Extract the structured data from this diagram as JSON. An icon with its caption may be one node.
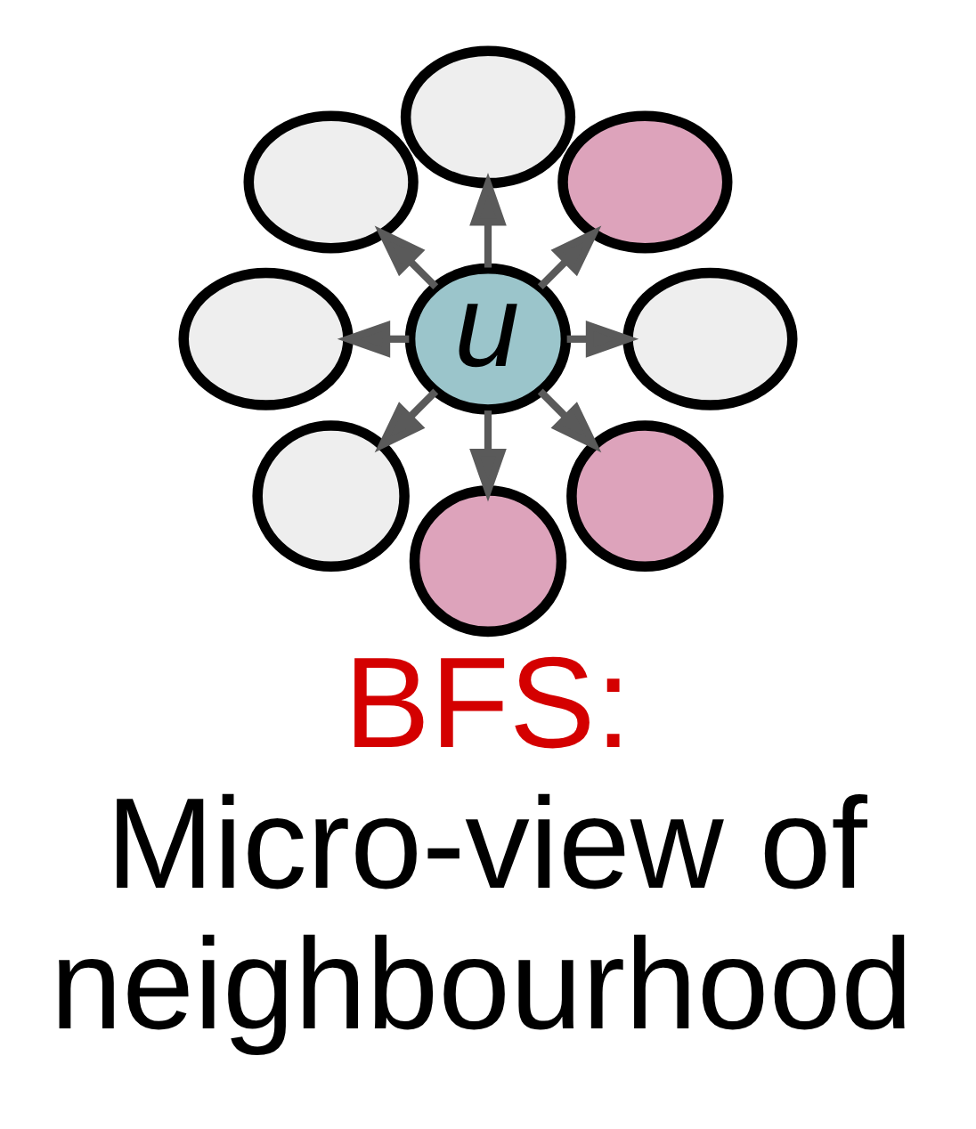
{
  "diagram": {
    "title": "BFS:",
    "caption": "Micro-view of neighbourhood",
    "nodes": [
      {
        "text": [],
        "shape": "ellipse"
      },
      {
        "text": [],
        "shape": "ellipse"
      },
      {
        "text": [],
        "shape": "ellipse"
      },
      {
        "text": [],
        "shape": "ellipse"
      },
      {
        "text": [
          "u"
        ]
      },
      {
        "text": [],
        "shape": "ellipse"
      },
      {
        "text": [],
        "shape": "circle"
      },
      {
        "text": [],
        "shape": "circle"
      },
      {
        "text": [],
        "shape": "circle"
      }
    ],
    "edges": [
      {
        "from": 4,
        "to": 0,
        "arrow": "to"
      },
      {
        "from": 4,
        "to": 1,
        "arrow": "to"
      },
      {
        "from": 4,
        "to": 2,
        "arrow": "to"
      },
      {
        "from": 4,
        "to": 5,
        "arrow": "to"
      },
      {
        "from": 4,
        "to": 8,
        "arrow": "to"
      },
      {
        "from": 4,
        "to": 7,
        "arrow": "to"
      },
      {
        "from": 4,
        "to": 6,
        "arrow": "to"
      },
      {
        "from": 4,
        "to": 3,
        "arrow": "to"
      }
    ]
  }
}
